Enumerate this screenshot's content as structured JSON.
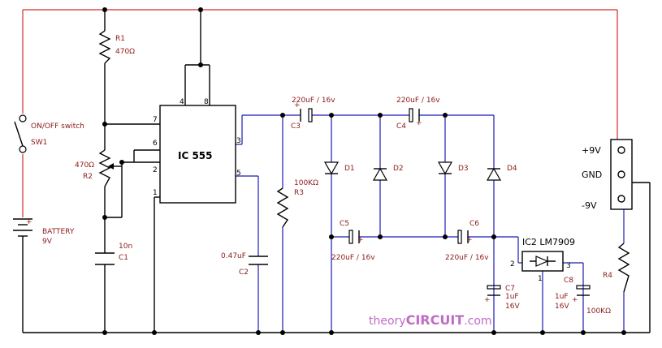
{
  "ic1": {
    "name": "IC 555",
    "pins": [
      "4",
      "8",
      "7",
      "6",
      "2",
      "1",
      "3",
      "5"
    ]
  },
  "ic2": {
    "name": "IC2 LM7909",
    "pins": [
      "2",
      "1",
      "3"
    ]
  },
  "switch": {
    "label": "ON/OFF switch",
    "ref": "SW1"
  },
  "battery": {
    "label": "BATTERY",
    "value": "9V"
  },
  "r1": {
    "ref": "R1",
    "value": "470Ω"
  },
  "r2": {
    "ref": "R2",
    "value": "470Ω"
  },
  "r3": {
    "ref": "R3",
    "value": "100KΩ"
  },
  "r4": {
    "ref": "R4",
    "value": "100KΩ"
  },
  "c1": {
    "ref": "C1",
    "value": "10n"
  },
  "c2": {
    "ref": "C2",
    "value": "0.47uF"
  },
  "c3": {
    "ref": "C3",
    "value": "220uF / 16v"
  },
  "c4": {
    "ref": "C4",
    "value": "220uF / 16v"
  },
  "c5": {
    "ref": "C5",
    "value": "220uF / 16v"
  },
  "c6": {
    "ref": "C6",
    "value": "220uF / 16v"
  },
  "c7": {
    "ref": "C7",
    "value1": "1uF",
    "value2": "16V"
  },
  "c8": {
    "ref": "C8",
    "value1": "1uF",
    "value2": "16V"
  },
  "diodes": [
    "D1",
    "D2",
    "D3",
    "D4"
  ],
  "output": {
    "plus": "+9V",
    "gnd": "GND",
    "minus": "-9V"
  },
  "brand": {
    "part1": "theory",
    "part2": "CIRCUIT",
    "part3": ".com"
  },
  "colors": {
    "wire": "#000000",
    "red_wire": "#d62a2a",
    "blue_wire": "#1a1ab8",
    "label": "#8b1a1a",
    "brand": "#c06cc6"
  }
}
